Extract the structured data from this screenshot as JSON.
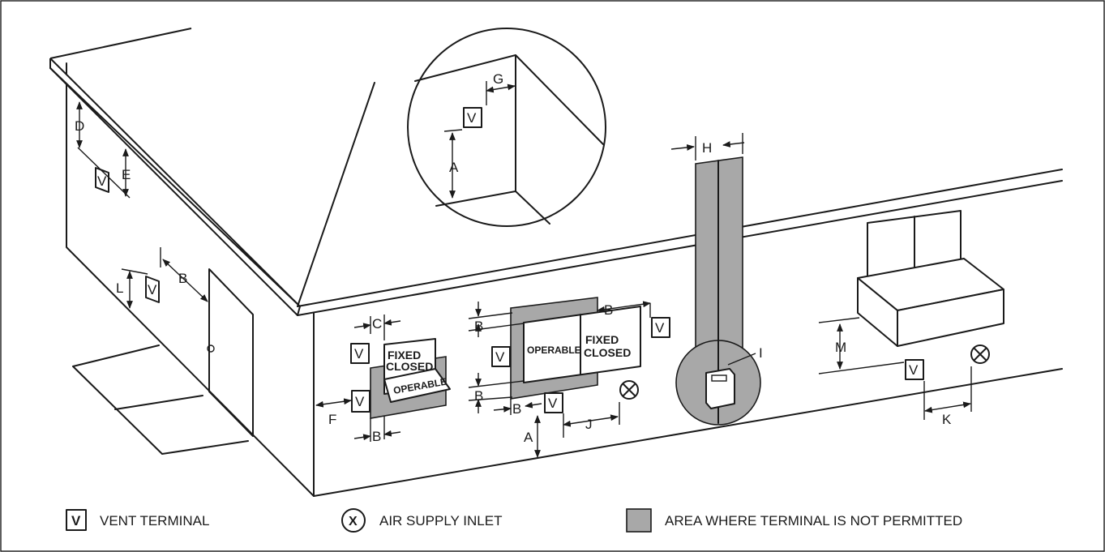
{
  "dimensions": {
    "A": "A",
    "B": "B",
    "C": "C",
    "D": "D",
    "E": "E",
    "F": "F",
    "G": "G",
    "H": "H",
    "I": "I",
    "J": "J",
    "K": "K",
    "L": "L",
    "M": "M"
  },
  "window_labels": {
    "fixed_closed_line1": "FIXED",
    "fixed_closed_line2": "CLOSED",
    "operable": "OPERABLE"
  },
  "symbols": {
    "vent": "V",
    "air_supply": "X"
  },
  "legend": {
    "vent_terminal": "VENT TERMINAL",
    "air_supply_inlet": "AIR SUPPLY INLET",
    "not_permitted": "AREA WHERE TERMINAL IS NOT PERMITTED"
  },
  "colors": {
    "restricted_area": "#a8a8a8",
    "line": "#1a1a1a"
  }
}
